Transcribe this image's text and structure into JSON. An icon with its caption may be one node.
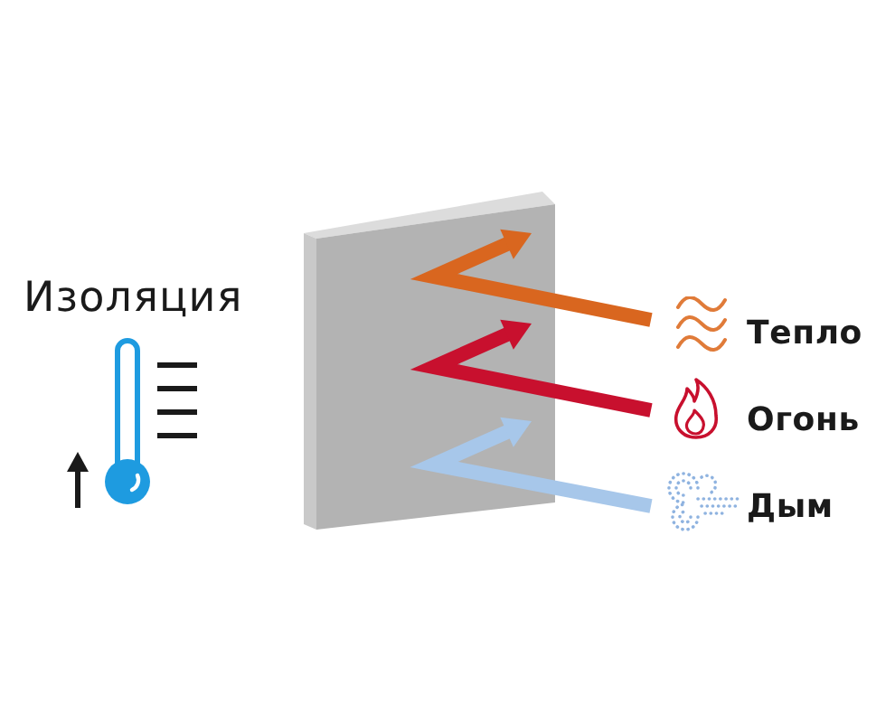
{
  "diagram": {
    "labels": [
      "Изоляция",
      "Тепло",
      "Огонь",
      "Дым"
    ]
  }
}
